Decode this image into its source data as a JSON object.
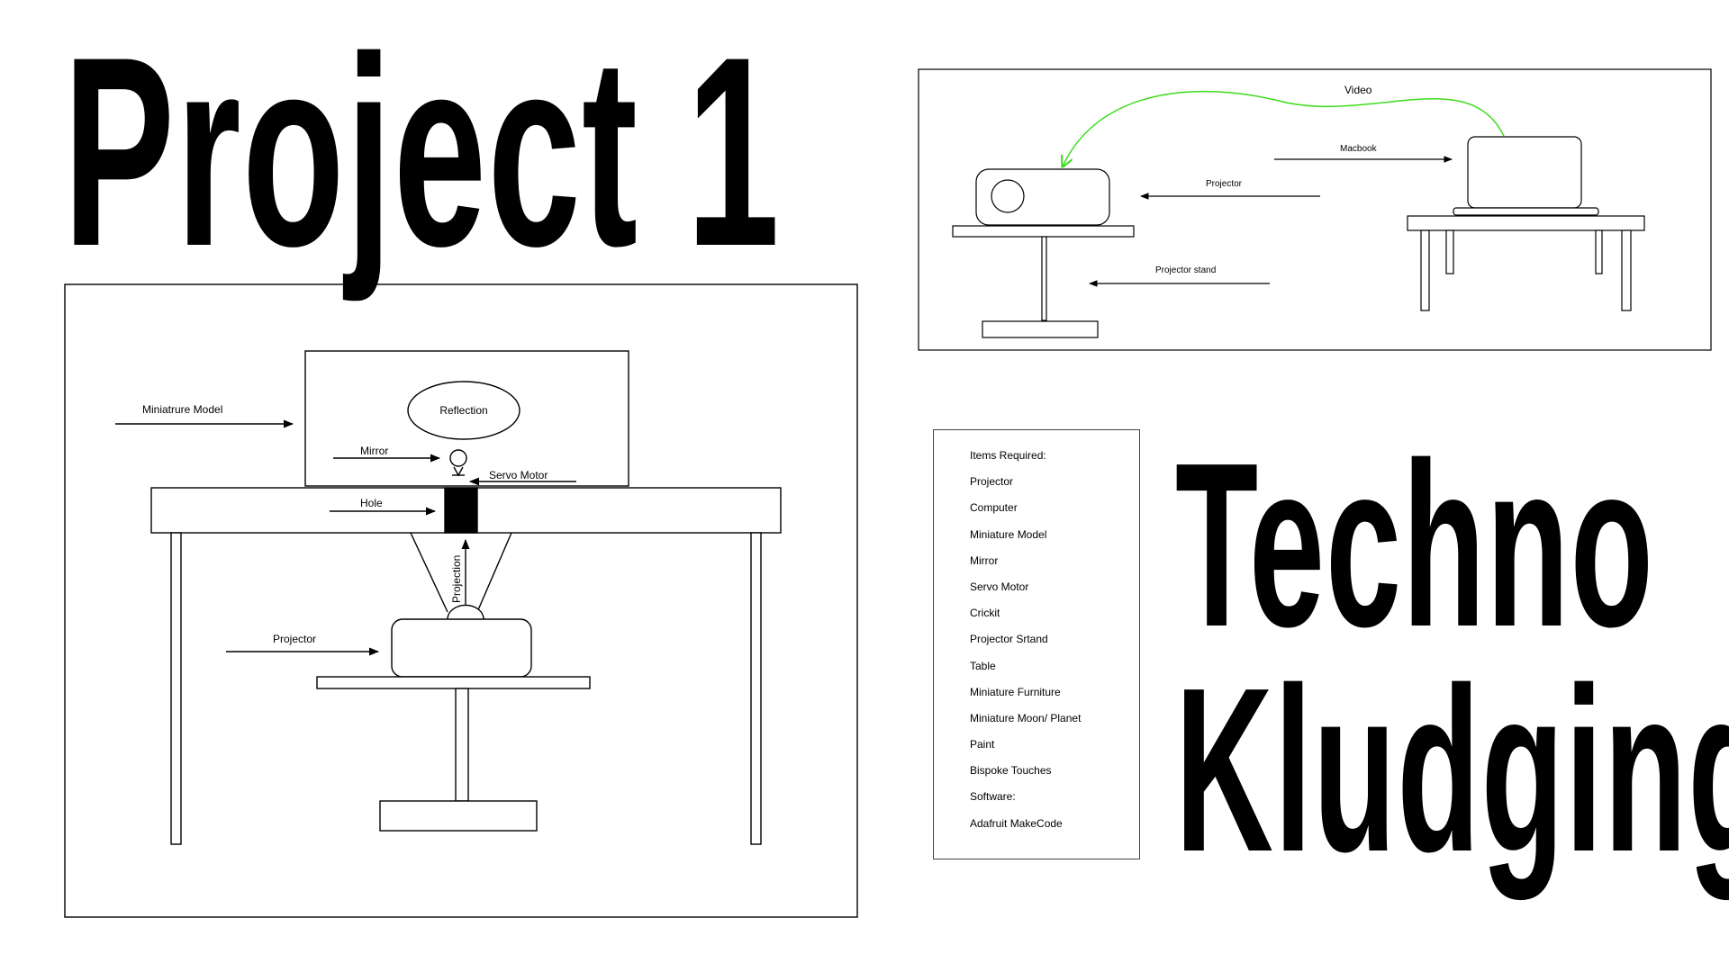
{
  "titles": {
    "project": "Project 1",
    "techno": "Techno",
    "kludging": "Kludging"
  },
  "main_diagram": {
    "miniature_model": "Miniatrure Model",
    "reflection": "Reflection",
    "mirror": "Mirror",
    "servo_motor": "Servo Motor",
    "hole": "Hole",
    "projection": "Projection",
    "projector": "Projector"
  },
  "setup_diagram": {
    "video": "Video",
    "macbook": "Macbook",
    "projector": "Projector",
    "projector_stand": "Projector stand",
    "video_arrow_color": "#3ddc1c"
  },
  "items": [
    "Items Required:",
    "Projector",
    "Computer",
    "Miniature Model",
    "Mirror",
    "Servo Motor",
    "Crickit",
    "Projector Srtand",
    "Table",
    "Miniature Furniture",
    "Miniature Moon/ Planet",
    "Paint",
    "Bispoke Touches",
    "Software:",
    "Adafruit MakeCode"
  ]
}
